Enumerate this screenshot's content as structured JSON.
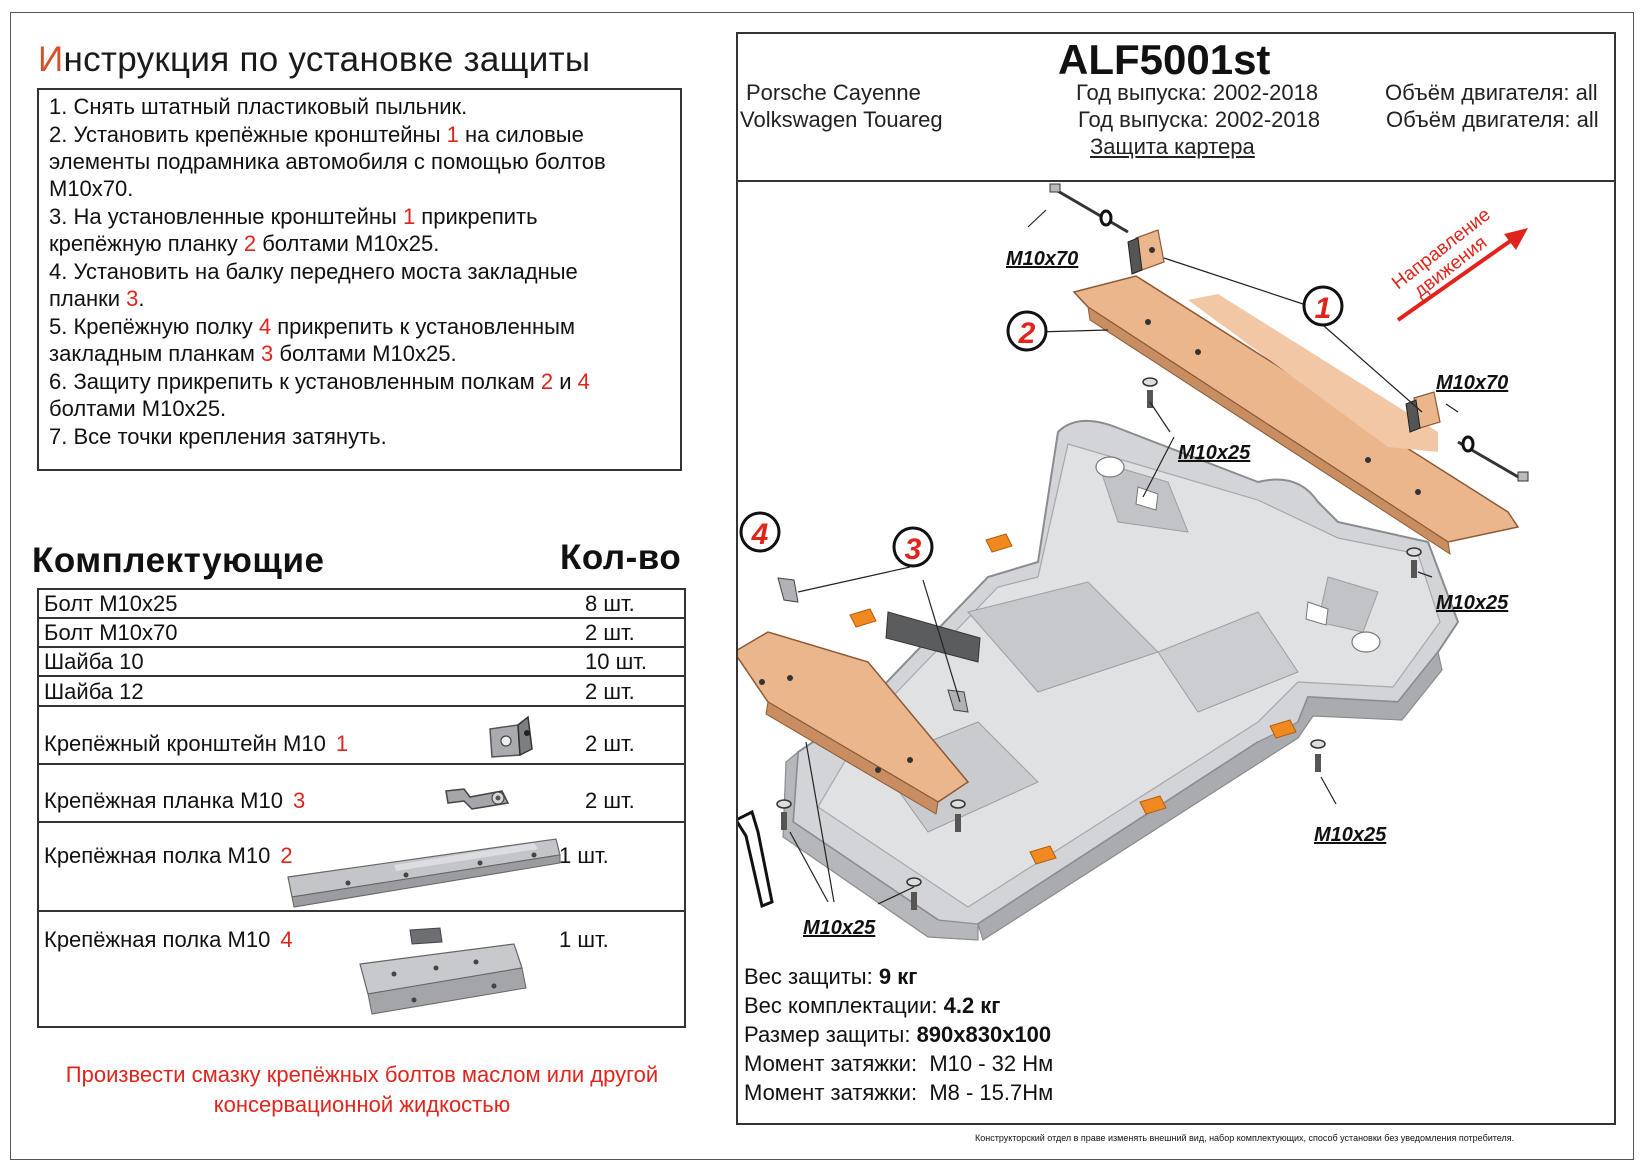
{
  "document_title": {
    "first_letter": "И",
    "rest": "нструкция по установке защиты"
  },
  "instructions": [
    {
      "segments": [
        "1.   Снять штатный пластиковый пыльник.",
        "",
        ""
      ]
    },
    {
      "segments": [
        "2.   Установить крепёжные кронштейны ",
        "1",
        " на силовые"
      ]
    },
    {
      "segments": [
        "элементы подрамника автомобиля с помощью болтов",
        "",
        ""
      ]
    },
    {
      "segments": [
        "М10х70.",
        "",
        ""
      ]
    },
    {
      "segments": [
        "3.   На установленные кронштейны ",
        "1",
        " прикрепить"
      ]
    },
    {
      "segments": [
        "крепёжную планку ",
        "2",
        " болтами М10х25."
      ]
    },
    {
      "segments": [
        "4.   Установить на балку переднего моста закладные",
        "",
        ""
      ]
    },
    {
      "segments": [
        "планки ",
        "3",
        "."
      ]
    },
    {
      "segments": [
        "5.   Крепёжную полку ",
        "4",
        " прикрепить к установленным"
      ]
    },
    {
      "segments": [
        "закладным планкам ",
        "3",
        " болтами М10х25."
      ]
    },
    {
      "segments_multi": [
        "6.   Защиту прикрепить к установленным полкам ",
        "2",
        " и ",
        "4",
        ""
      ]
    },
    {
      "segments": [
        "болтами М10х25.",
        "",
        ""
      ]
    },
    {
      "segments": [
        "7.   Все точки крепления затянуть.",
        "",
        ""
      ]
    }
  ],
  "components_header": "Комплектующие",
  "quantity_header": "Кол-во",
  "components": [
    {
      "name": "Болт М10х25",
      "num": "",
      "qty": "8 шт.",
      "picture": ""
    },
    {
      "name": "Болт М10х70",
      "num": "",
      "qty": "2 шт.",
      "picture": ""
    },
    {
      "name": "Шайба 10",
      "num": "",
      "qty": "10 шт.",
      "picture": ""
    },
    {
      "name": "Шайба 12",
      "num": "",
      "qty": "2 шт.",
      "picture": ""
    },
    {
      "name": "Крепёжный кронштейн М10",
      "num": "1",
      "qty": "2 шт.",
      "picture": "bracket-icon"
    },
    {
      "name": "Крепёжная планка М10",
      "num": "3",
      "qty": "2 шт.",
      "picture": "plate-icon"
    },
    {
      "name": "Крепёжная полка М10",
      "num": "2",
      "qty": "1 шт.",
      "picture": "long-shelf-icon"
    },
    {
      "name": "Крепёжная полка М10",
      "num": "4",
      "qty": "1 шт.",
      "picture": "short-shelf-icon"
    }
  ],
  "lubrication_note": {
    "line1": "Произвести смазку крепёжных болтов маслом или другой",
    "line2": "консервационной жидкостью"
  },
  "product": {
    "code": "ALF5001st",
    "vehicles": [
      {
        "model": "Porsche Cayenne",
        "years": "Год выпуска: 2002-2018",
        "engine": "Объём двигателя: all"
      },
      {
        "model": "Volkswagen Touareg",
        "years": "Год выпуска: 2002-2018",
        "engine": "Объём двигателя: all"
      }
    ],
    "type": "Защита картера"
  },
  "diagram": {
    "callouts": [
      "1",
      "2",
      "3",
      "4"
    ],
    "bolt_labels": {
      "m10x70_top": "M10x70",
      "m10x70_right": "M10x70",
      "m10x25_center": "M10x25",
      "m10x25_right": "M10x25",
      "m10x25_bottom_right": "M10x25",
      "m10x25_bottom_left": "M10x25"
    },
    "direction_label": {
      "line1": "Направление",
      "line2": "движения"
    },
    "colors": {
      "callout_red": "#e0241b",
      "shield": "#d0d2d4",
      "bracket_copper": "#eab48c",
      "pad_orange": "#f08a20"
    }
  },
  "specs": [
    {
      "label": "Вес защиты: ",
      "value": "9 кг"
    },
    {
      "label": "Вес комплектации: ",
      "value": "4.2 кг"
    },
    {
      "label": "Размер защиты: ",
      "value": "890х830х100"
    },
    {
      "label": "Момент затяжки:  ",
      "value": "М10 - 32 Нм"
    },
    {
      "label": "Момент затяжки:  ",
      "value": "М8 - 15.7Нм"
    }
  ],
  "disclaimer": "Конструкторский отдел в праве изменять внешний вид, набор комплектующих, способ установки без уведомления потребителя."
}
